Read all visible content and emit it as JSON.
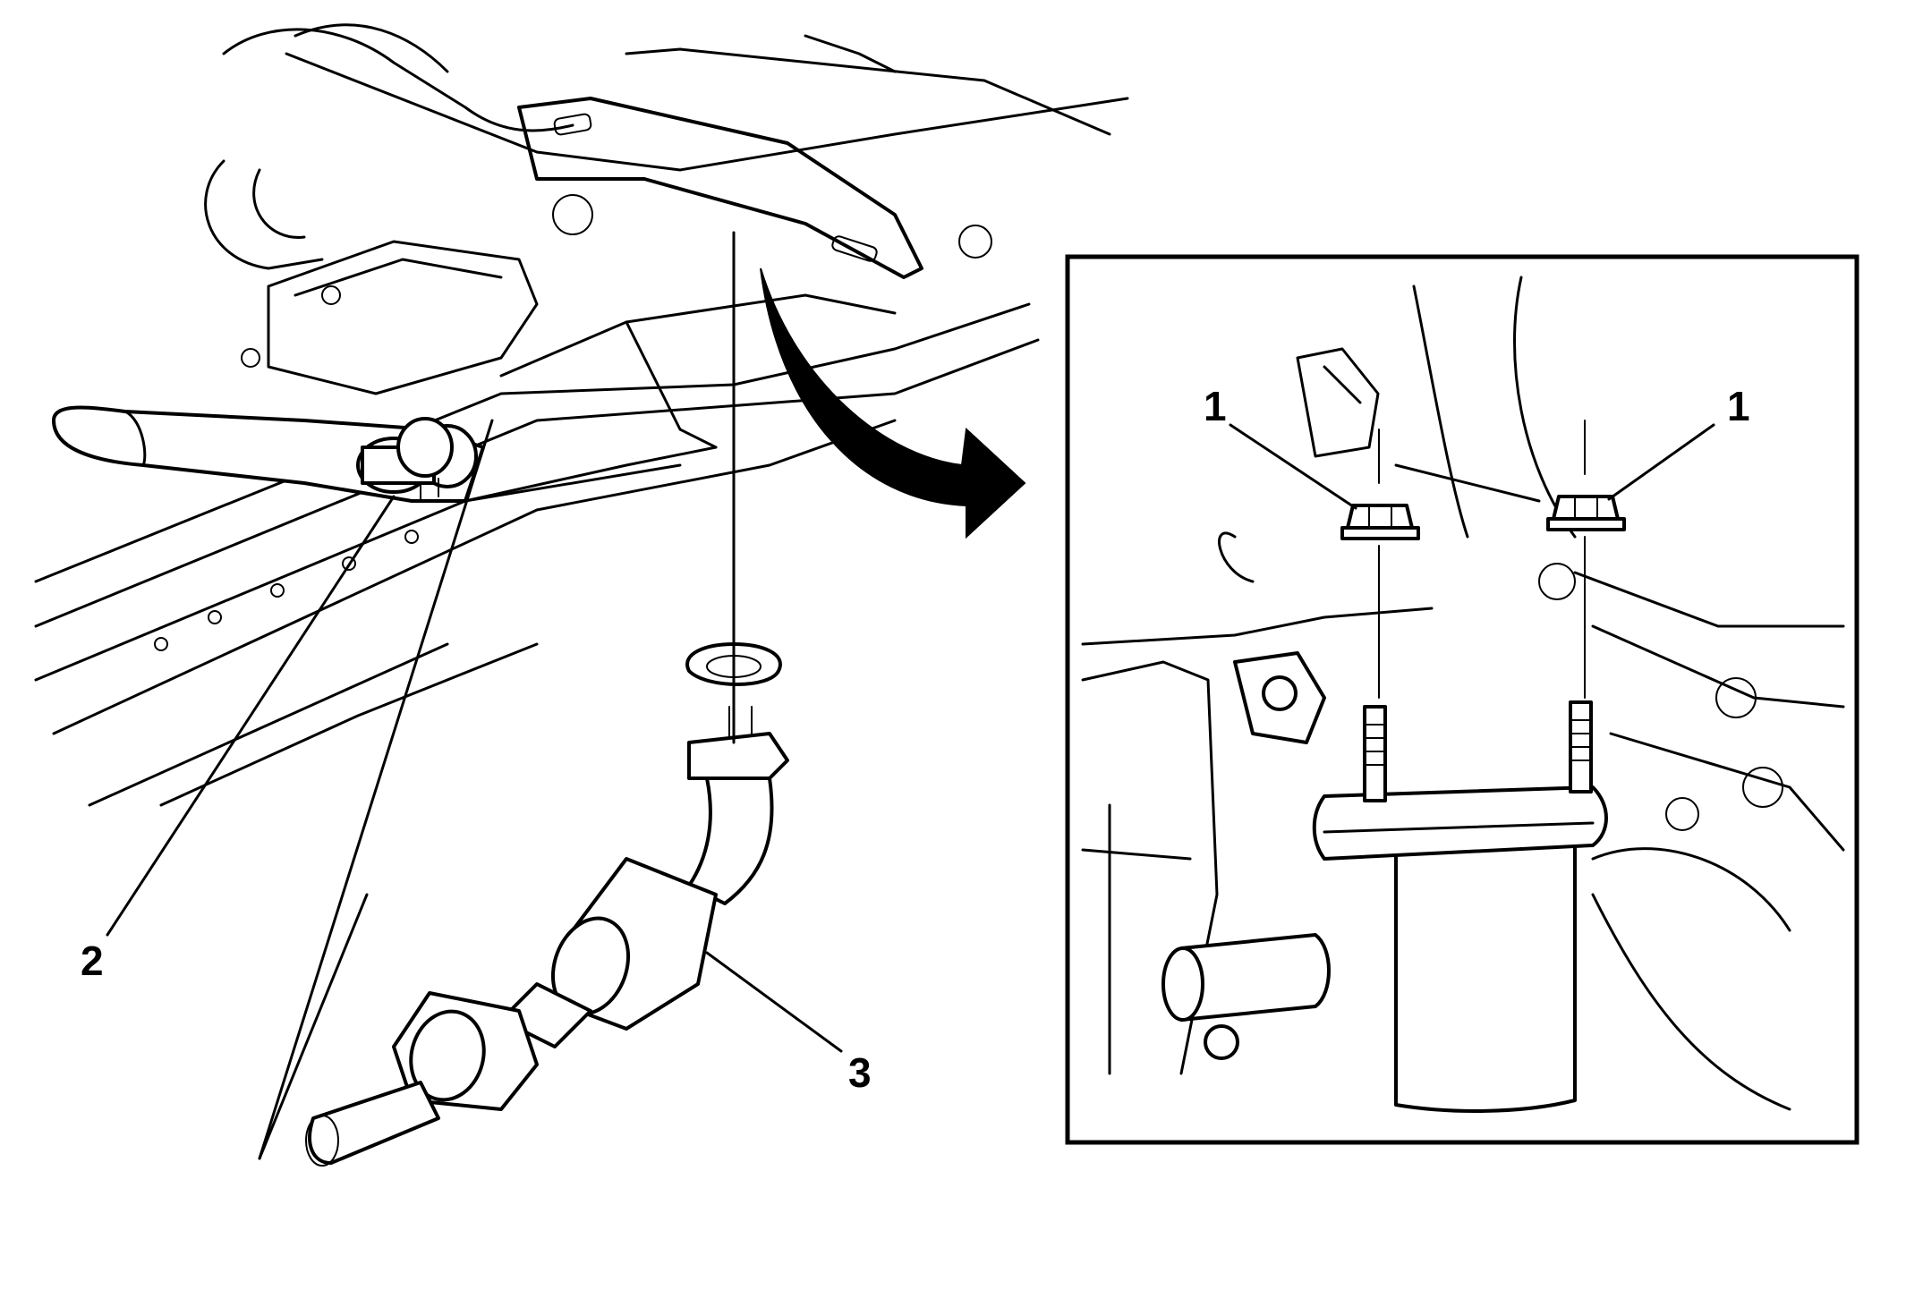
{
  "callouts": {
    "bolt_left": "1",
    "bolt_right": "1",
    "clamp": "2",
    "converter": "3"
  },
  "colors": {
    "line": "#000000",
    "background": "#ffffff"
  }
}
